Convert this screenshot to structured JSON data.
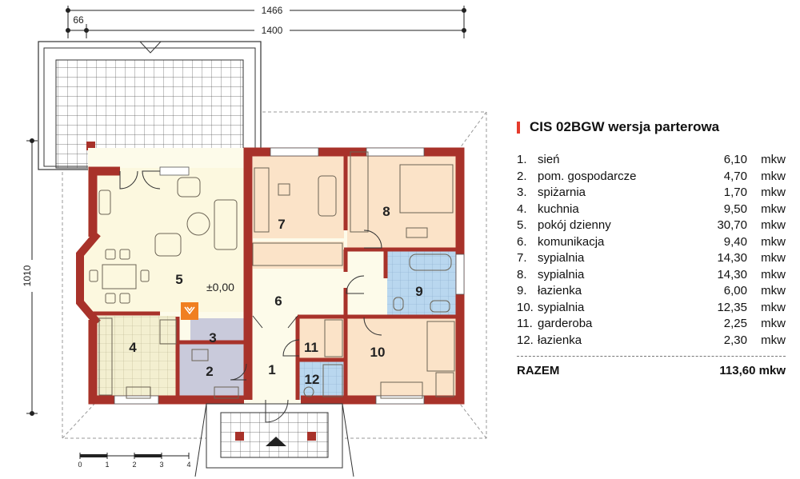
{
  "plan": {
    "dims": {
      "total_width": "1466",
      "inner_width": "1400",
      "offset": "66",
      "height": "1010"
    },
    "level": "±0,00",
    "rooms": [
      "1",
      "2",
      "3",
      "4",
      "5",
      "6",
      "7",
      "8",
      "9",
      "10",
      "11",
      "12"
    ],
    "scale": [
      "0",
      "1",
      "2",
      "3",
      "4"
    ],
    "colors": {
      "wall": "#a8322a",
      "living": "#fcf8df",
      "bedroom": "#fbe3c8",
      "kitchen": "#f3efd0",
      "bath": "#b9d7ef",
      "utility": "#c9cadb",
      "hall": "#fdfbea",
      "accent": "#f07f21"
    }
  },
  "legend": {
    "title": "CIS 02BGW wersja parterowa",
    "unit": "mkw",
    "items": [
      {
        "n": "1.",
        "name": "sień",
        "area": "6,10"
      },
      {
        "n": "2.",
        "name": "pom. gospodarcze",
        "area": "4,70"
      },
      {
        "n": "3.",
        "name": "spiżarnia",
        "area": "1,70"
      },
      {
        "n": "4.",
        "name": "kuchnia",
        "area": "9,50"
      },
      {
        "n": "5.",
        "name": "pokój dzienny",
        "area": "30,70"
      },
      {
        "n": "6.",
        "name": "komunikacja",
        "area": "9,40"
      },
      {
        "n": "7.",
        "name": "sypialnia",
        "area": "14,30"
      },
      {
        "n": "8.",
        "name": "sypialnia",
        "area": "14,30"
      },
      {
        "n": "9.",
        "name": "łazienka",
        "area": "6,00"
      },
      {
        "n": "10.",
        "name": "sypialnia",
        "area": "12,35"
      },
      {
        "n": "11.",
        "name": "garderoba",
        "area": "2,25"
      },
      {
        "n": "12.",
        "name": "łazienka",
        "area": "2,30"
      }
    ],
    "total_label": "RAZEM",
    "total_value": "113,60 mkw"
  }
}
